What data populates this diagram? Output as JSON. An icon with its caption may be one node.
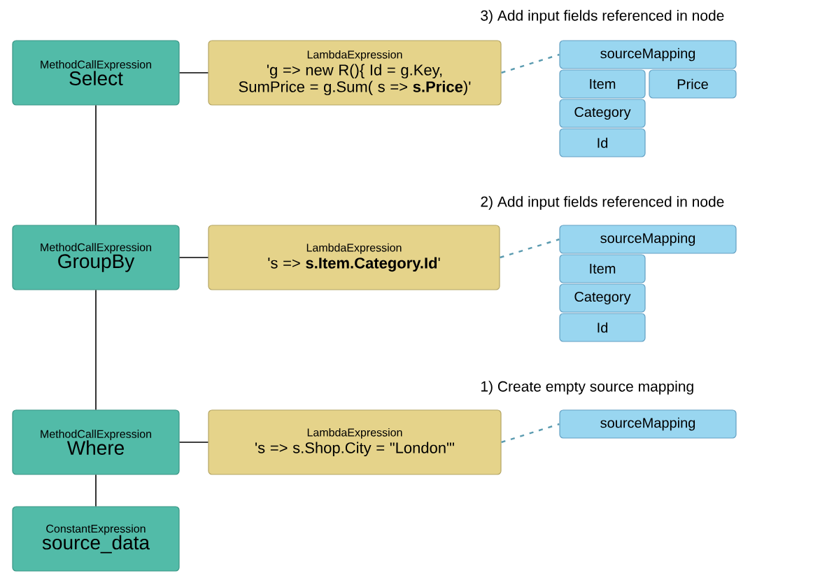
{
  "diagram": {
    "nodes": [
      {
        "text": [
          "MethodCallExpression",
          "Select"
        ]
      },
      {
        "text": [
          "LambdaExpression",
          "'g => new R(){ Id = g.Key, SumPrice = g.Sum( s => **s.Price**)'"
        ]
      },
      {
        "text": [
          "sourceMapping"
        ]
      },
      {
        "text": [
          "Item"
        ]
      },
      {
        "text": [
          "Price"
        ]
      },
      {
        "text": [
          "Category"
        ]
      },
      {
        "text": [
          "Id"
        ]
      },
      {
        "text": [
          "MethodCallExpression",
          "GroupBy"
        ]
      },
      {
        "text": [
          "LambdaExpression",
          "'s => **s.Item.Category.Id**'"
        ]
      },
      {
        "text": [
          "sourceMapping"
        ]
      },
      {
        "text": [
          "Item"
        ]
      },
      {
        "text": [
          "Category"
        ]
      },
      {
        "text": [
          "Id"
        ]
      },
      {
        "text": [
          "MethodCallExpression",
          "Where"
        ]
      },
      {
        "text": [
          "LambdaExpression",
          "'s => s.Shop.City = \"London\"'"
        ]
      },
      {
        "text": [
          "sourceMapping"
        ]
      },
      {
        "text": [
          "ConstantExpression",
          "source_data"
        ]
      }
    ],
    "edges": [
      {
        "from": 0,
        "to": 7,
        "arrow": "none"
      },
      {
        "from": 7,
        "to": 13,
        "arrow": "none"
      },
      {
        "from": 13,
        "to": 16,
        "arrow": "none"
      },
      {
        "from": 0,
        "to": 1,
        "arrow": "none"
      },
      {
        "from": 7,
        "to": 8,
        "arrow": "none"
      },
      {
        "from": 13,
        "to": 14,
        "arrow": "none"
      },
      {
        "from": 1,
        "to": 2,
        "arrow": "none",
        "style": "dashed",
        "color": "#5b9bb0"
      },
      {
        "from": 8,
        "to": 9,
        "arrow": "none",
        "style": "dashed",
        "color": "#5b9bb0"
      },
      {
        "from": 14,
        "to": 15,
        "arrow": "none",
        "style": "dashed",
        "color": "#5b9bb0"
      }
    ],
    "labels": [
      "3)  Add input fields referenced in node",
      "2)  Add input fields referenced in node",
      "1) Create empty source mapping"
    ]
  }
}
